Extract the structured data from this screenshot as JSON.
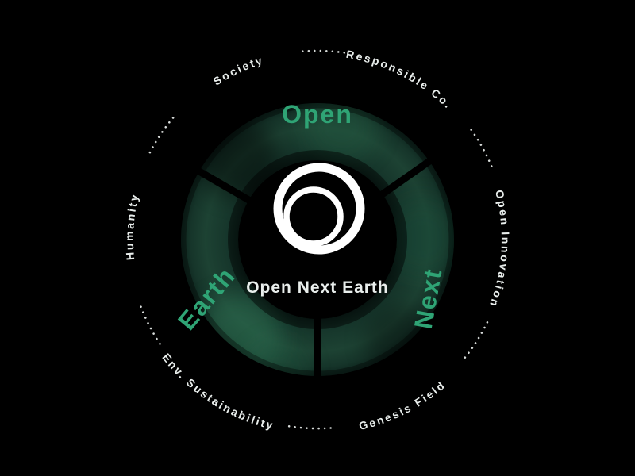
{
  "background": "#000000",
  "colors": {
    "bg": "#000000",
    "accent_green": "#2fa475",
    "label_white": "#e9eeec",
    "ring_green": "#1d4233"
  },
  "diagram": {
    "center": {
      "logo_icon": "concentric-circles-logo",
      "title": "Open Next Earth"
    },
    "segments": [
      {
        "label": "Open"
      },
      {
        "label": "Next"
      },
      {
        "label": "Earth"
      }
    ],
    "orbit_labels": [
      "Society",
      "Responsible Co.",
      "Open Innovation",
      "Genesis Field",
      "Env. Sustainability",
      "Humanity"
    ]
  }
}
